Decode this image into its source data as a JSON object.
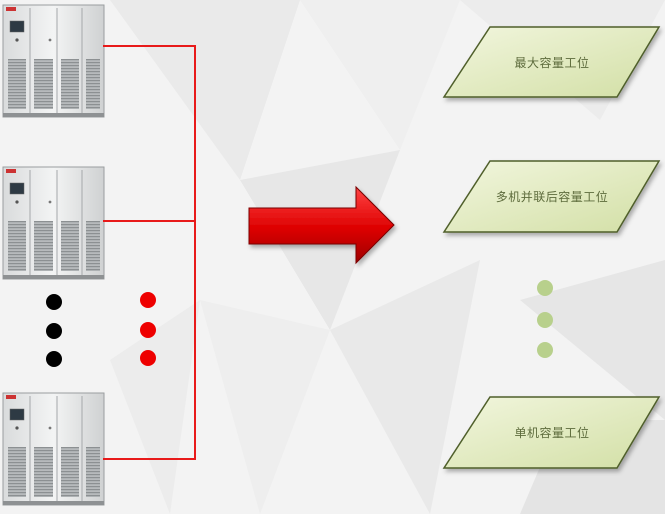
{
  "modes": [
    {
      "label": "最大容量工位"
    },
    {
      "label": "多机并联后容量工位"
    },
    {
      "label": "单机容量工位"
    }
  ],
  "cabinet_count": 3,
  "colors": {
    "connector_line": "#e81a1a",
    "arrow": "#dd0000",
    "left_dots": "#000000",
    "right_dots": "#ee0000",
    "mode_dots": "#b8d08c",
    "mode_fill": "#e2ecc0",
    "mode_border": "#4f5f2b",
    "background": "#f3f3f3"
  },
  "icons": {
    "cabinet": "power-cabinet-icon",
    "arrow": "right-arrow-icon"
  }
}
